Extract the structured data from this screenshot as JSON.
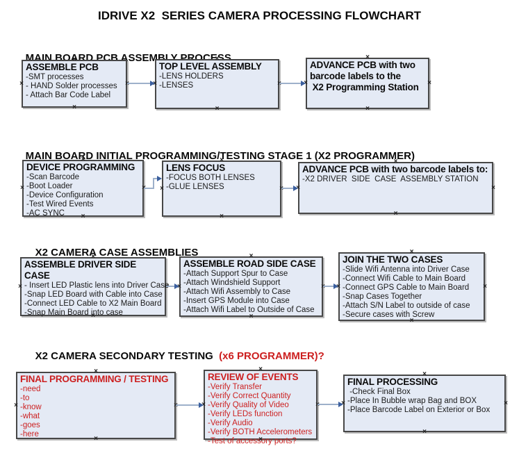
{
  "title": "IDRIVE X2  SERIES CAMERA PROCESSING FLOWCHART",
  "colors": {
    "box_fill": "#e4eaf5",
    "box_border": "#474747",
    "connector_line": "#9db0ca",
    "arrow_head": "#3b5f9e",
    "red_text": "#cc1f1f",
    "black_text": "#0a0a0a"
  },
  "sections": [
    {
      "header": "MAIN BOARD PCB ASSEMBLY PROCESS",
      "boxes": [
        {
          "title": "ASSEMBLE PCB",
          "lines": [
            "-SMT processes",
            "- HAND Solder processes",
            "- Attach Bar Code Label"
          ]
        },
        {
          "title": "TOP LEVEL ASSEMBLY",
          "lines": [
            "-LENS HOLDERS",
            "-LENSES"
          ]
        },
        {
          "title": "ADVANCE PCB with two\nbarcode labels to the\n X2 Programming Station",
          "lines": []
        }
      ]
    },
    {
      "header": "MAIN BOARD INITIAL PROGRAMMING/TESTING STAGE 1 (X2 PROGRAMMER)",
      "boxes": [
        {
          "title": "DEVICE PROGRAMMING",
          "lines": [
            "-Scan Barcode",
            "-Boot Loader",
            "-Device Configuration",
            "-Test Wired Events",
            "-AC SYNC"
          ]
        },
        {
          "title": "LENS FOCUS",
          "lines": [
            "-FOCUS BOTH LENSES",
            "-GLUE LENSES"
          ]
        },
        {
          "title": "ADVANCE PCB with two barcode labels to:",
          "lines": [
            "-X2 DRIVER  SIDE  CASE  ASSEMBLY STATION"
          ]
        }
      ]
    },
    {
      "header": "X2 CAMERA CASE ASSEMBLIES",
      "boxes": [
        {
          "title": "ASSEMBLE DRIVER SIDE CASE",
          "lines": [
            "- Insert LED Plastic lens into Driver Case",
            "-Snap LED Board with Cable into Case",
            "-Connect LED Cable to X2 Main Board",
            "-Snap Main Board into case"
          ]
        },
        {
          "title": "ASSEMBLE ROAD SIDE CASE",
          "lines": [
            "-Attach Support Spur to Case",
            "-Attach Windshield Support",
            "-Attach Wifi Assembly to Case",
            "-Insert GPS Module into Case",
            "-Attach Wifi Label to Outside of Case"
          ]
        },
        {
          "title": "JOIN THE TWO CASES",
          "lines": [
            "-Slide Wifi Antenna into Driver Case",
            "-Connect Wifi Cable to Main Board",
            "-Connect GPS Cable to Main Board",
            "-Snap Cases Together",
            "-Attach S/N Label to outside of case",
            "-Secure cases with Screw"
          ]
        }
      ]
    },
    {
      "header": "X2 CAMERA SECONDARY TESTING",
      "header_red": "  (x6 PROGRAMMER)?",
      "boxes": [
        {
          "title": "FINAL PROGRAMMING / TESTING",
          "lines": [
            "-need",
            "-to",
            "-know",
            "-what",
            "-goes",
            "-here"
          ]
        },
        {
          "title": "REVIEW OF EVENTS",
          "lines": [
            "-Verify Transfer",
            "-Verify Correct Quantity",
            "-Verify Quality of Video",
            "-Verify LEDs function",
            "-Verify Audio",
            "-Verify BOTH Accelerometers",
            "-Test of accessory ports?"
          ]
        },
        {
          "title": "FINAL PROCESSING",
          "lines": [
            " -Check Final Box",
            "-Place In Bubble wrap Bag and BOX",
            "-Place Barcode Label on Exterior or Box"
          ]
        }
      ]
    }
  ]
}
